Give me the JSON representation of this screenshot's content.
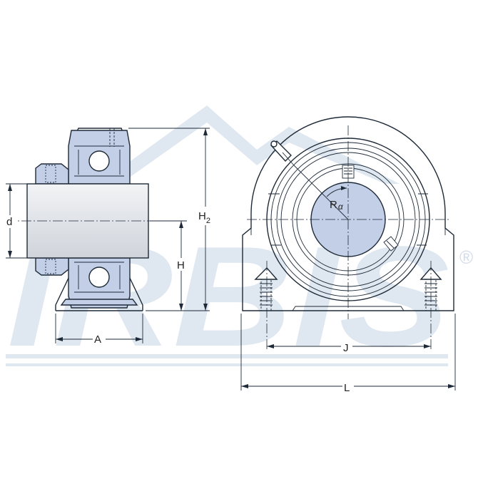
{
  "watermark": {
    "brand": "IRBIS",
    "registered": "®"
  },
  "dimensions": {
    "d": "d",
    "A": "A",
    "H": "H",
    "H2_base": "H",
    "H2_sub": "2",
    "R_base": "R",
    "R_sub": "α",
    "J": "J",
    "L": "L"
  },
  "colors": {
    "bearing_fill": "#c3cfe6",
    "line": "#1e2a38",
    "watermark": "#dfe7f1"
  }
}
